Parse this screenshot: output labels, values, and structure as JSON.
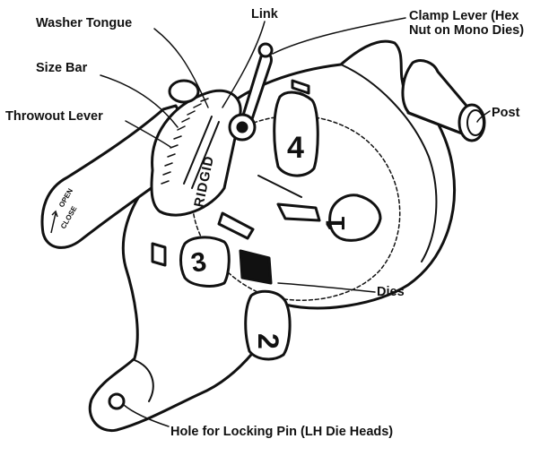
{
  "labels": {
    "washer_tongue": "Washer Tongue",
    "link": "Link",
    "clamp_lever_line1": "Clamp Lever (Hex",
    "clamp_lever_line2": "Nut on Mono Dies)",
    "size_bar": "Size Bar",
    "throwout_lever": "Throwout Lever",
    "post": "Post",
    "dies": "Dies",
    "hole_for_locking_pin": "Hole for Locking Pin (LH Die Heads)"
  },
  "engraved": {
    "brand": "RIDGID",
    "open": "OPEN",
    "close": "CLOSE",
    "die_numbers": [
      "4",
      "1",
      "3",
      "2"
    ]
  },
  "colors": {
    "ink": "#111111",
    "paper": "#ffffff"
  }
}
